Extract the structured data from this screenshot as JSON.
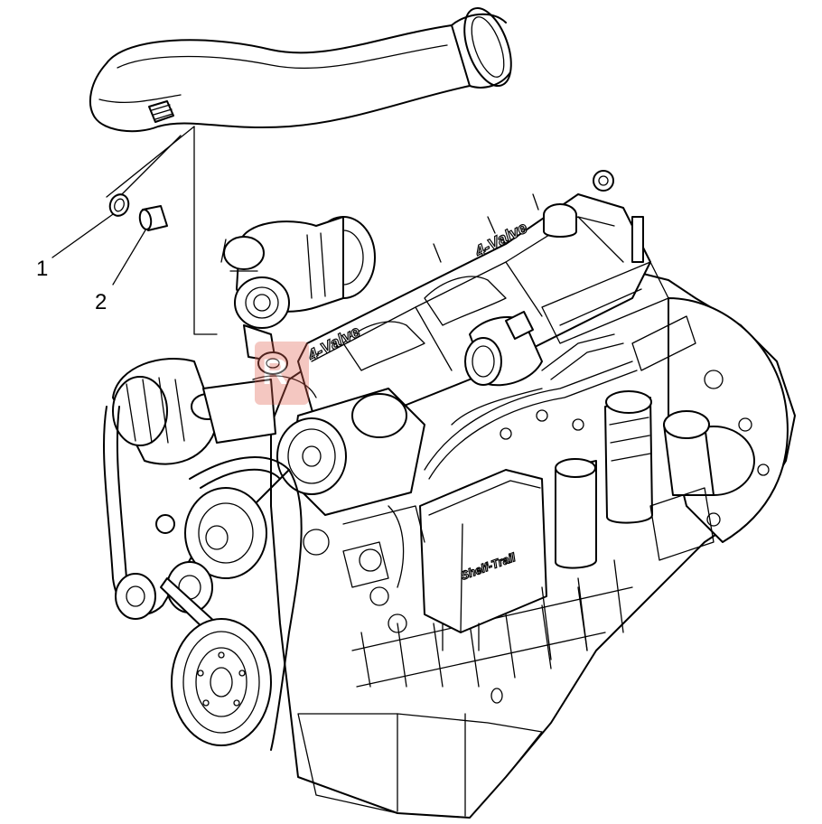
{
  "callouts": [
    {
      "number": "1"
    },
    {
      "number": "2"
    }
  ],
  "engine_labels": {
    "valve_cover_front": "4-Valve",
    "valve_cover_rear": "4-Valve",
    "intake_manifold": "Shelf-Trail"
  },
  "watermark_color": "#e06050"
}
